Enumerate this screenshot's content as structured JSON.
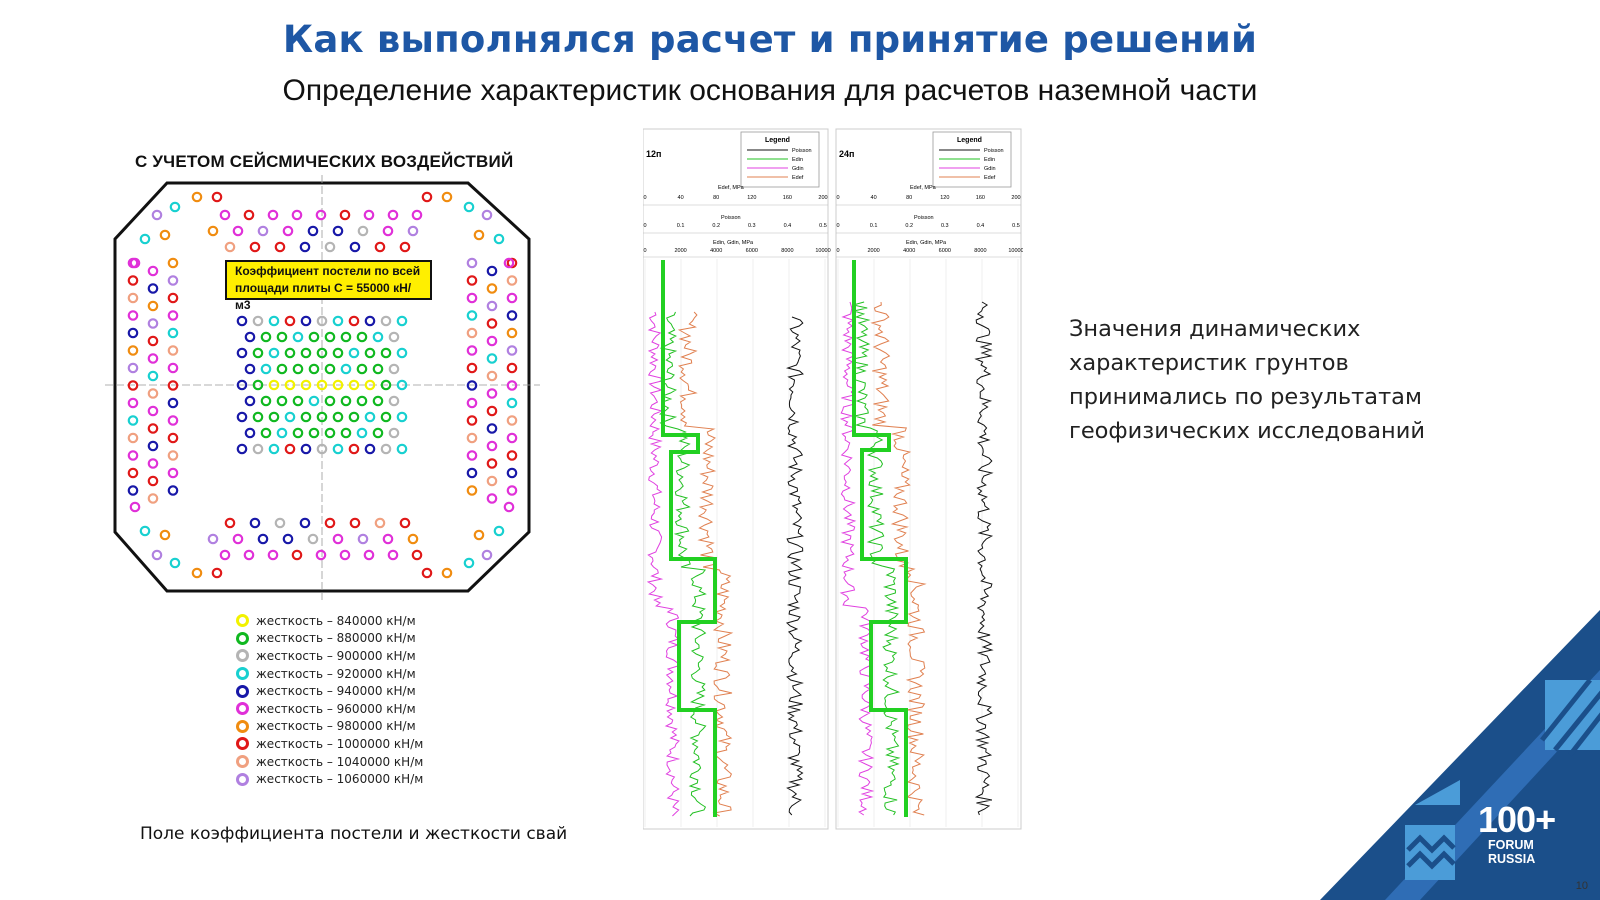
{
  "header": {
    "title": "Как выполнялся расчет и принятие решений",
    "subtitle": "Определение характеристик основания для расчетов наземной части"
  },
  "plan": {
    "heading": "С УЧЕТОМ СЕЙСМИЧЕСКИХ ВОЗДЕЙСТВИЙ",
    "bed_coefficient_line1": "Коэффициент постели по всей",
    "bed_coefficient_line2": "площади плиты C = 55000 кН/м3",
    "caption": "Поле коэффициента постели и жесткости свай"
  },
  "legend": [
    {
      "label": "жесткость – 840000 кН/м",
      "color": "#f2f200"
    },
    {
      "label": "жесткость – 880000 кН/м",
      "color": "#10b820"
    },
    {
      "label": "жесткость – 900000 кН/м",
      "color": "#b4b4b4"
    },
    {
      "label": "жесткость – 920000 кН/м",
      "color": "#18d0d0"
    },
    {
      "label": "жесткость – 940000 кН/м",
      "color": "#1818a8"
    },
    {
      "label": "жесткость – 960000 кН/м",
      "color": "#e030d8"
    },
    {
      "label": "жесткость – 980000 кН/м",
      "color": "#f08c10"
    },
    {
      "label": "жесткость – 1000000 кН/м",
      "color": "#e01818"
    },
    {
      "label": "жесткость – 1040000 кН/м",
      "color": "#f0a080"
    },
    {
      "label": "жесткость – 1060000 кН/м",
      "color": "#b080e0"
    }
  ],
  "logs": {
    "panels": [
      {
        "label": "12п"
      },
      {
        "label": "24п"
      }
    ],
    "legend_title": "Legend",
    "legend_items": [
      {
        "name": "Poisson",
        "color": "#111111"
      },
      {
        "name": "Edin",
        "color": "#22c022"
      },
      {
        "name": "Gdin",
        "color": "#e040e0"
      },
      {
        "name": "Edef",
        "color": "#e08050"
      }
    ],
    "axis1_label": "Edef, MPa",
    "axis1_ticks": [
      "0",
      "40",
      "80",
      "120",
      "160",
      "200"
    ],
    "axis2_label": "Poisson",
    "axis2_ticks": [
      "0",
      "0.1",
      "0.2",
      "0.3",
      "0.4",
      "0.5"
    ],
    "axis3_label": "Edin, Gdin, MPa",
    "axis3_ticks": [
      "0",
      "2000",
      "4000",
      "6000",
      "8000",
      "10000"
    ]
  },
  "note": {
    "line1": "Значения динамических",
    "line2": "характеристик грунтов",
    "line3": "принимались по результатам",
    "line4": "геофизических исследований"
  },
  "branding": {
    "logo_big": "100+",
    "logo_line1": "FORUM",
    "logo_line2": "RUSSIA",
    "page_number": "10",
    "colors": {
      "dark_blue": "#1b4f8a",
      "mid_blue": "#2f6db5",
      "light_blue": "#4b9cd8"
    }
  }
}
